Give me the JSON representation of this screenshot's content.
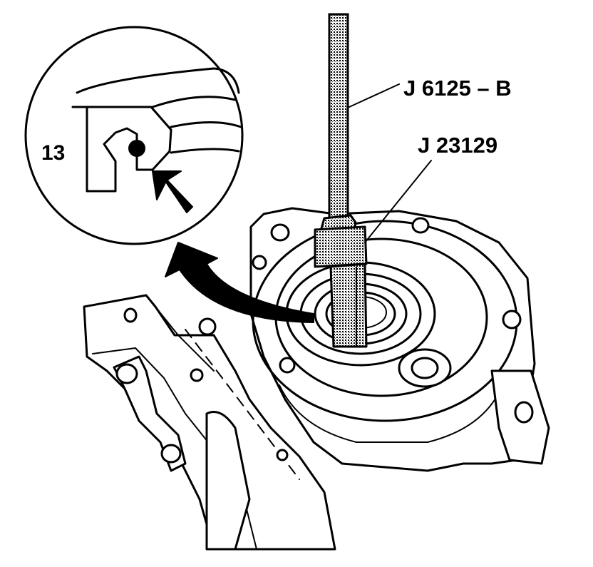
{
  "labels": {
    "tool_remover": "J 6125 – B",
    "tool_adapter": "J 23129",
    "detail_ref": "13"
  },
  "colors": {
    "line": "#000000",
    "stipple": "#bdbdbd",
    "background": "#ffffff"
  }
}
